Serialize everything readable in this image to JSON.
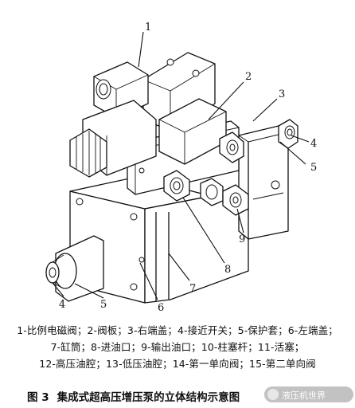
{
  "callouts": [
    "1",
    "2",
    "3",
    "4",
    "5",
    "9",
    "8",
    "7",
    "6",
    "5",
    "4"
  ],
  "legend": [
    "1-比例电磁阀；2-阀板；3-右端盖；4-接近开关；5-保护套；6-左端盖；",
    "7-缸筒；8-进油口；9-输出油口；10-柱塞杆；11-活塞；",
    "12-高压油腔；13-低压油腔；14-第一单向阀；15-第二单向阀"
  ],
  "caption": {
    "fig": "图 3",
    "title": "集成式超高压增压泵的立体结构示意图"
  },
  "watermark": "液压机世界"
}
